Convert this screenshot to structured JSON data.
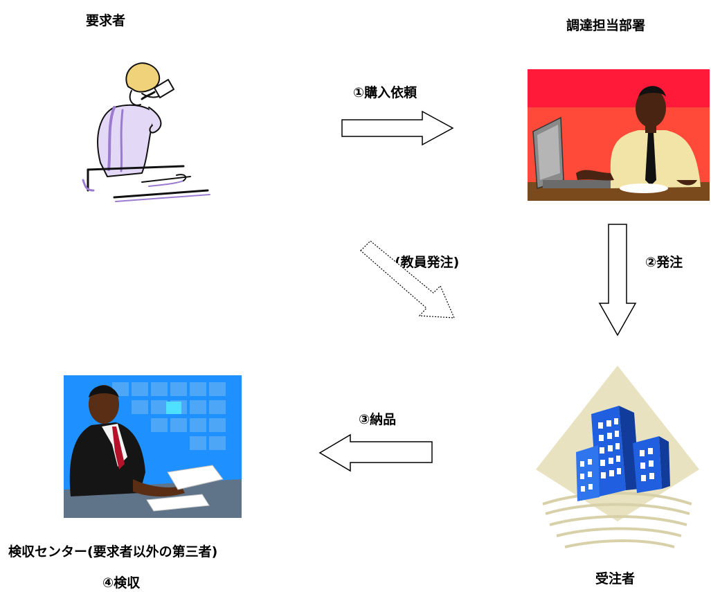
{
  "labels": {
    "requester": "要求者",
    "procurement": "調達担当部署",
    "step1": "①購入依頼",
    "teacher_order": "(教員発注)",
    "step2": "②発注",
    "step3": "③納品",
    "inspection_center": "検収センター(要求者以外の第三者)",
    "step4": "④検収",
    "contractor": "受注者"
  },
  "icons": {
    "requester": "woman-drinking-icon",
    "procurement": "man-at-computer-icon",
    "inspection": "man-reading-document-icon",
    "contractor": "office-building-icon",
    "arrows": [
      "arrow-right-icon",
      "arrow-down-icon",
      "arrow-left-icon",
      "arrow-diagonal-dotted-icon"
    ]
  },
  "colors": {
    "procurement_bg_top": "#ff1a3a",
    "procurement_bg_mid": "#ff4a3a",
    "procurement_desk": "#7a4a1c",
    "inspection_bg": "#1e90ff",
    "inspection_desk": "#5f7389",
    "building_blue": "#1f5fe0",
    "building_bg": "#e8e2c0",
    "lineart_purple": "#9a7bd0"
  }
}
